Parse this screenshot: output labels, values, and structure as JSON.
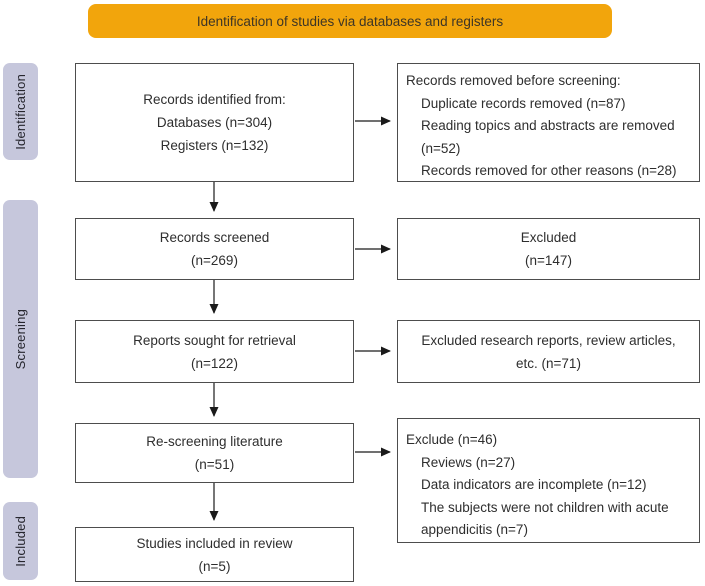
{
  "banner": {
    "label": "Identification of studies via databases and registers"
  },
  "stages": [
    {
      "label": "Identification"
    },
    {
      "label": "Screening"
    },
    {
      "label": "Included"
    }
  ],
  "flow": {
    "left": [
      {
        "lines": [
          "Records identified from:",
          "Databases (n=304)",
          "Registers (n=132)"
        ]
      },
      {
        "lines": [
          "Records screened",
          "(n=269)"
        ]
      },
      {
        "lines": [
          "Reports sought for retrieval",
          "(n=122)"
        ]
      },
      {
        "lines": [
          "Re-screening literature",
          "(n=51)"
        ]
      },
      {
        "lines": [
          "Studies included in review",
          "(n=5)"
        ]
      }
    ],
    "right": [
      {
        "title": "Records removed before screening:",
        "items": [
          "Duplicate records removed (n=87)",
          "Reading topics and abstracts are removed (n=52)",
          "Records removed for other reasons (n=28)"
        ]
      },
      {
        "lines": [
          "Excluded",
          "(n=147)"
        ]
      },
      {
        "lines": [
          "Excluded research reports, review articles,",
          "etc. (n=71)"
        ]
      },
      {
        "title": "Exclude (n=46)",
        "items": [
          "Reviews (n=27)",
          "Data indicators are incomplete (n=12)",
          "The subjects were not children with acute appendicitis (n=7)"
        ]
      }
    ]
  },
  "colors": {
    "banner_bg": "#F2A50C",
    "banner_text": "#3d3526",
    "stage_bg": "#C6C7DC",
    "box_border": "#4d4d4d",
    "text": "#2e2e2e",
    "arrow": "#1a1a1a"
  }
}
